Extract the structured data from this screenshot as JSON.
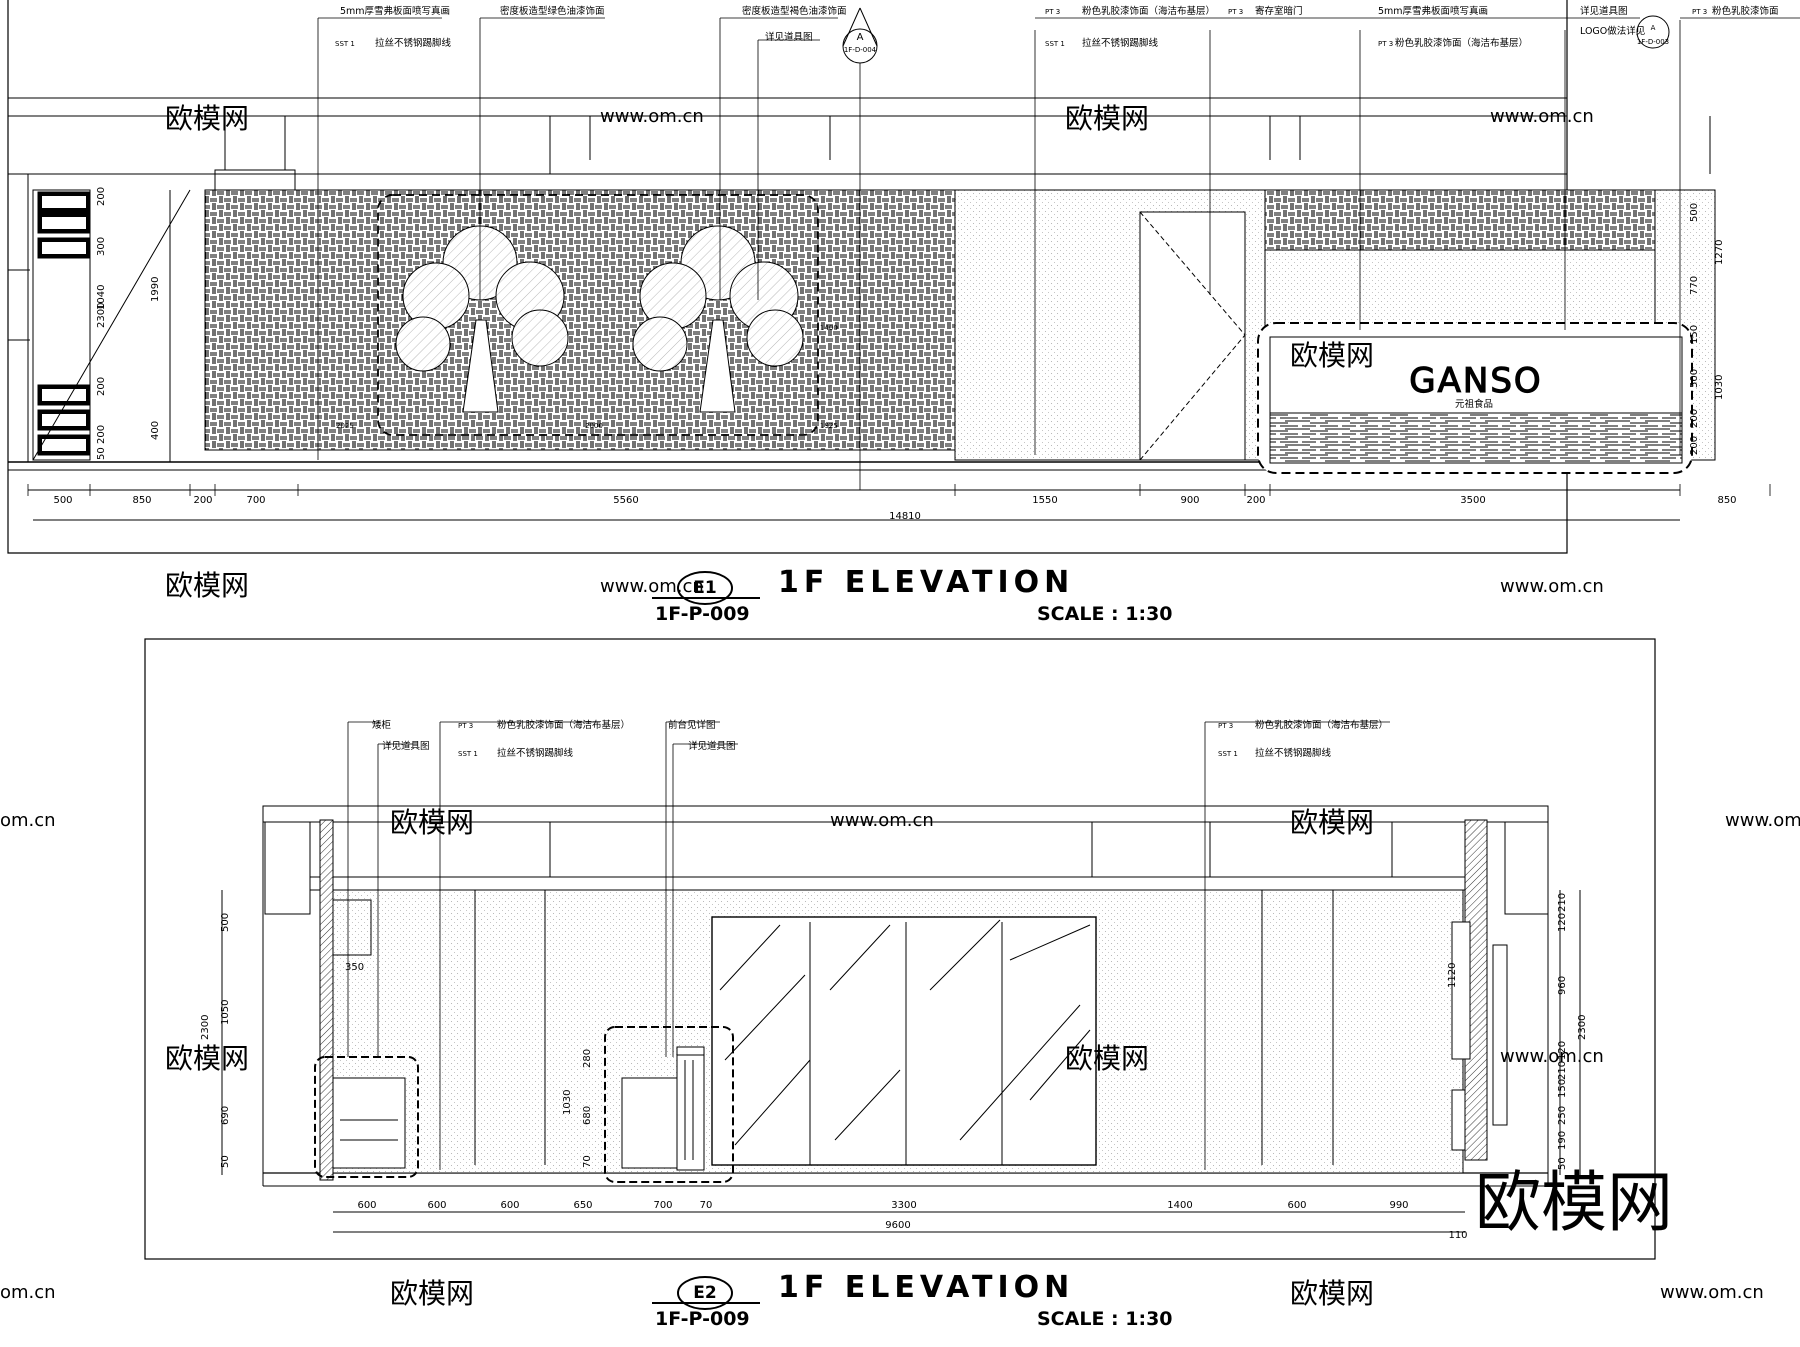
{
  "e1": {
    "tag": "E1",
    "title": "1F  ELEVATION",
    "sheet": "1F-P-009",
    "scale": "SCALE :  1:30",
    "section_marker": {
      "letter": "A",
      "ref": "1F-D-004"
    },
    "logo_marker": {
      "letter": "A",
      "ref": "1F-D-003"
    },
    "annotations": [
      {
        "text": "5mm厚雪弗板面喷写真画",
        "tag": ""
      },
      {
        "text": "拉丝不锈钢踢脚线",
        "tag": "SST 1"
      },
      {
        "text": "密度板造型绿色油漆饰面",
        "tag": ""
      },
      {
        "text": "密度板造型褐色油漆饰面",
        "tag": ""
      },
      {
        "text": "详见道具图",
        "tag": ""
      },
      {
        "text": "粉色乳胶漆饰面（海洁布基层）",
        "tag": "PT 3"
      },
      {
        "text": "拉丝不锈钢踢脚线",
        "tag": "SST 1"
      },
      {
        "text": "寄存室暗门",
        "tag": "PT 3"
      },
      {
        "text": "5mm厚雪弗板面喷写真画",
        "tag": ""
      },
      {
        "text": "粉色乳胶漆饰面（海洁布基层）",
        "tag": "PT 3"
      },
      {
        "text": "详见道具图",
        "tag": ""
      },
      {
        "text": "LOGO做法详见",
        "tag": ""
      },
      {
        "text": "粉色乳胶漆饰面",
        "tag": "PT 3"
      }
    ],
    "logo_text": "GANSO",
    "logo_sub": "元祖食品",
    "bottom_dims": [
      "500",
      "850",
      "200",
      "700",
      "5560",
      "1550",
      "900",
      "200",
      "3500",
      "850"
    ],
    "total_dim": "14810",
    "left_dims": [
      "200",
      "300",
      "1040",
      "2300",
      "1990",
      "200",
      "200",
      "400",
      "50"
    ],
    "right_dims": [
      "500",
      "1270",
      "770",
      "150",
      "500",
      "1030",
      "200",
      "200"
    ],
    "inner_dims": [
      "2025",
      "2000",
      "1925",
      "1400"
    ]
  },
  "e2": {
    "tag": "E2",
    "title": "1F  ELEVATION",
    "sheet": "1F-P-009",
    "scale": "SCALE :  1:30",
    "annotations": [
      {
        "text": "矮柜",
        "tag": ""
      },
      {
        "text": "详见道具图",
        "tag": ""
      },
      {
        "text": "粉色乳胶漆饰面（海洁布基层）",
        "tag": "PT 3"
      },
      {
        "text": "拉丝不锈钢踢脚线",
        "tag": "SST 1"
      },
      {
        "text": "前台见详图",
        "tag": ""
      },
      {
        "text": "详见道具图",
        "tag": ""
      },
      {
        "text": "粉色乳胶漆饰面（海洁布基层）",
        "tag": "PT 3"
      },
      {
        "text": "拉丝不锈钢踢脚线",
        "tag": "SST 1"
      }
    ],
    "bottom_dims": [
      "600",
      "600",
      "600",
      "650",
      "700",
      "70",
      "3300",
      "1400",
      "600",
      "990"
    ],
    "total_dim": "9600",
    "end_dim": "110",
    "left_dims": [
      "500",
      "2300",
      "1050",
      "690",
      "50"
    ],
    "cabinet_dim": "350",
    "counter_dims": [
      "280",
      "1030",
      "680",
      "70"
    ],
    "right_dims": [
      "210",
      "120",
      "960",
      "2300",
      "120",
      "210",
      "150",
      "250",
      "190",
      "50"
    ],
    "tv_dim": "1120"
  },
  "watermarks": {
    "cn": "欧模网",
    "url": "www.om.cn",
    "frag": "om.cn"
  }
}
